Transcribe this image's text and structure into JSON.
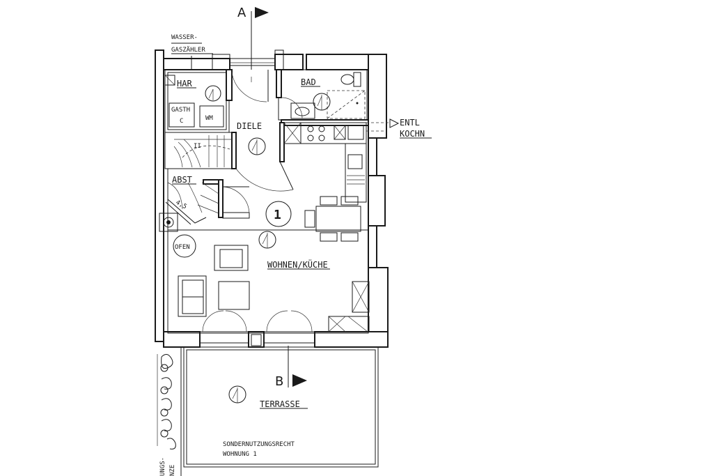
{
  "section_marks": {
    "top": "A",
    "bottom": "B"
  },
  "rooms": {
    "har": "HAR",
    "bad": "BAD",
    "diele": "DIELE",
    "abst": "ABST",
    "wohnen": "WOHNEN/KÜCHE",
    "terrasse": "TERRASSE"
  },
  "fixtures": {
    "gasth": "GASTH",
    "c": "C",
    "wm": "WM",
    "ofen": "OFEN",
    "ii": "II"
  },
  "annotations": {
    "wasser": "WASSER-",
    "gaszahler": "GASZÄHLER",
    "entl": "ENTL",
    "kochn": "KOCHN",
    "sondernutzung": "SONDERNUTZUNGSRECHT",
    "wohnung": "WOHNUNG  1",
    "grenze_1": "UNGS-",
    "grenze_2": "NZE"
  },
  "unit_number": "1",
  "stair_note": "4,5"
}
